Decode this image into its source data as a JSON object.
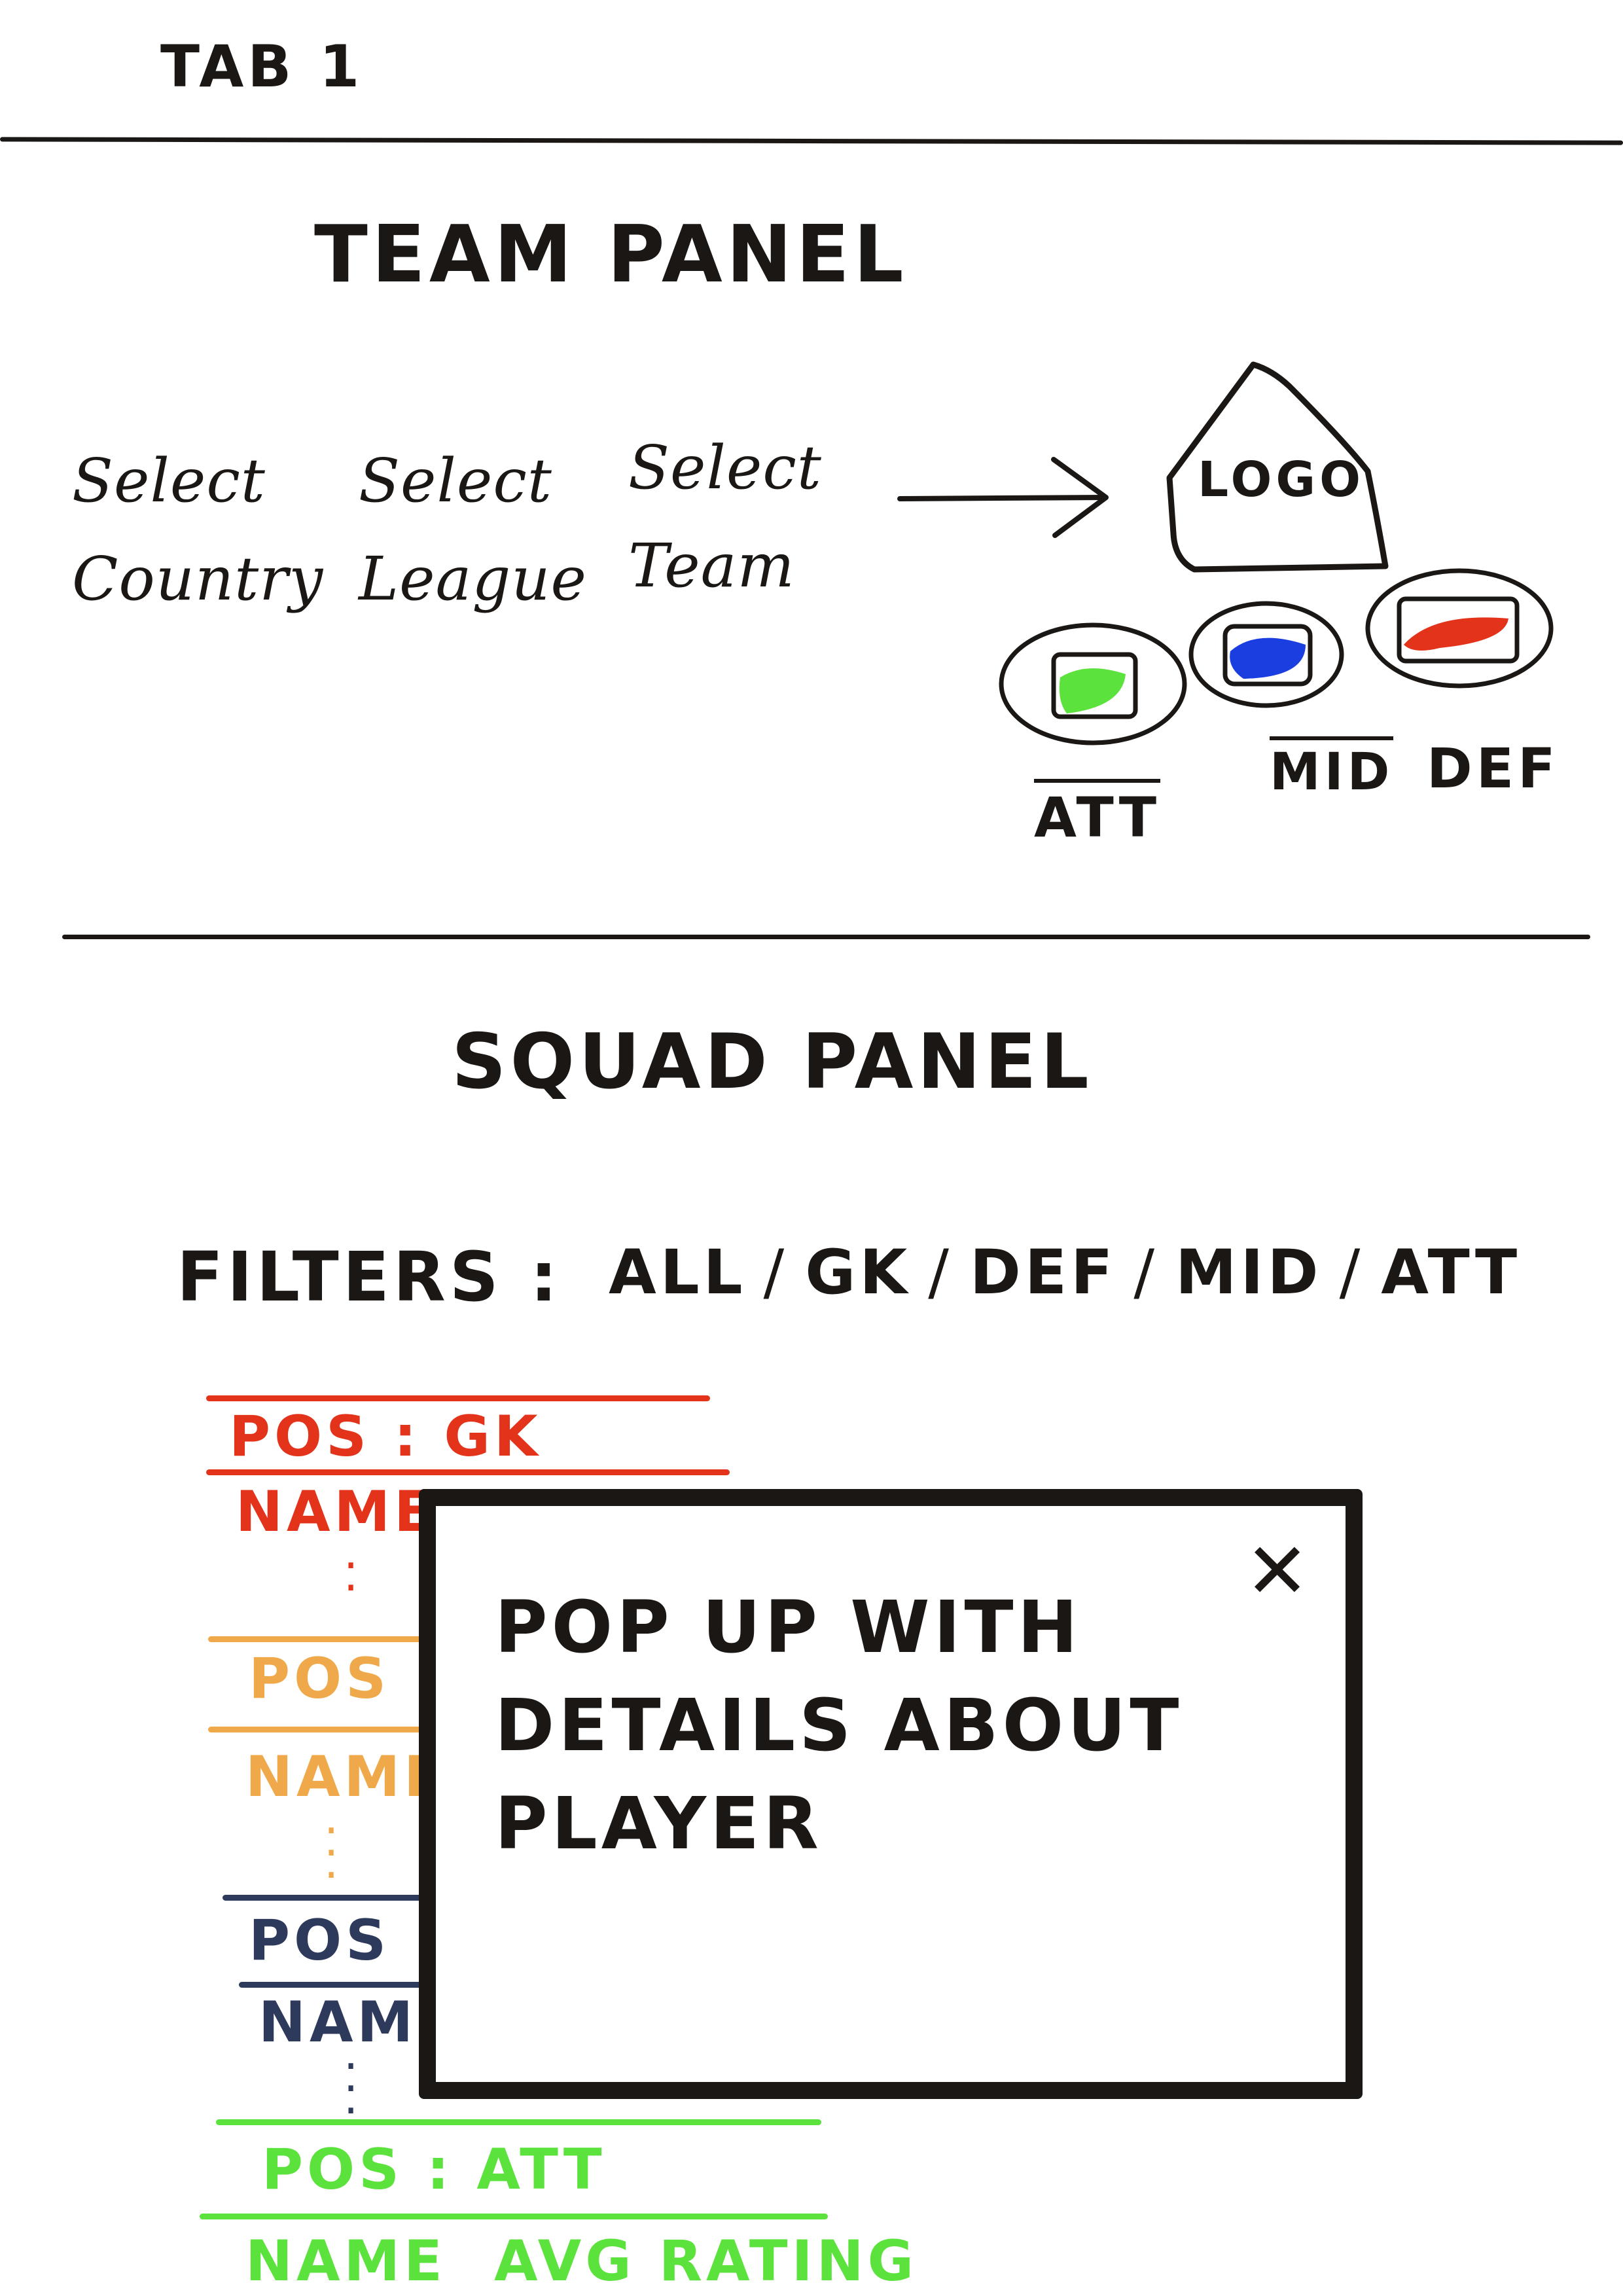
{
  "tab": {
    "label": "TAB 1"
  },
  "team_panel": {
    "title": "TEAM PANEL",
    "selectors": [
      {
        "line1": "Select",
        "line2": "Country"
      },
      {
        "line1": "Select",
        "line2": "League"
      },
      {
        "line1": "Select",
        "line2": "Team"
      }
    ],
    "logo_label": "LOGO",
    "positions": [
      {
        "label": "ATT",
        "color": "#5ce23c"
      },
      {
        "label": "MID",
        "color": "#1a3ee0"
      },
      {
        "label": "DEF",
        "color": "#e3341b"
      }
    ]
  },
  "squad_panel": {
    "title": "SQUAD PANEL",
    "filters_label": "FILTERS :",
    "filters": [
      "ALL",
      "GK",
      "DEF",
      "MID",
      "ATT"
    ],
    "players": [
      {
        "pos_label": "POS : GK",
        "name_label": "NAME",
        "color": "#e3341b"
      },
      {
        "pos_label": "POS :",
        "name_label": "NAME",
        "color": "#f0a94a"
      },
      {
        "pos_label": "POS :",
        "name_label": "NAME",
        "color": "#2e3a5c"
      },
      {
        "pos_label": "POS : ATT",
        "name_label": "NAME",
        "rating_label": "AVG RATING",
        "color": "#5ce23c"
      }
    ]
  },
  "popup": {
    "line1": "POP UP WITH",
    "line2": "DETAILS ABOUT",
    "line3": "PLAYER",
    "close_icon": "✕"
  }
}
